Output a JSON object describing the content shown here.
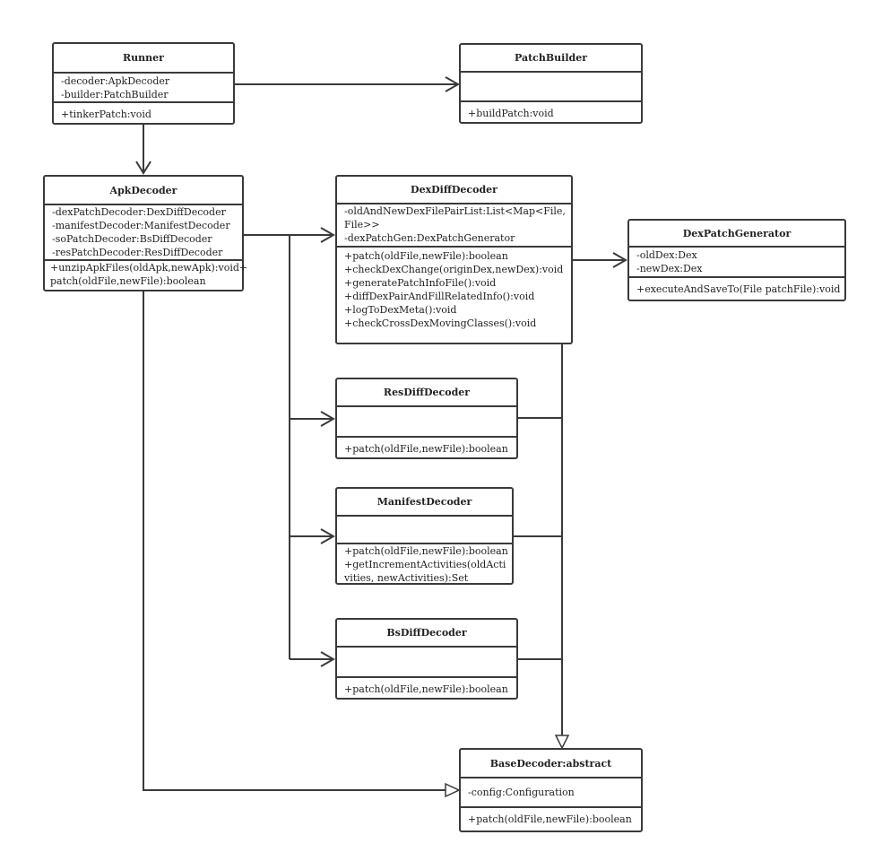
{
  "classes": {
    "runner": {
      "name": "Runner",
      "attributes": [
        "-decoder:ApkDecoder",
        "-builder:PatchBuilder"
      ],
      "methods": [
        "+tinkerPatch:void"
      ]
    },
    "patch_builder": {
      "name": "PatchBuilder",
      "attributes": [],
      "methods": [
        "+buildPatch:void"
      ]
    },
    "apk_decoder": {
      "name": "ApkDecoder",
      "attributes": [
        "-dexPatchDecoder:DexDiffDecoder",
        "-manifestDecoder:ManifestDecoder",
        "-soPatchDecoder:BsDiffDecoder",
        "-resPatchDecoder:ResDiffDecoder"
      ],
      "methods": [
        "+unzipApkFiles(oldApk,newApk):void+",
        "patch(oldFile,newFile):boolean"
      ]
    },
    "dex_diff_decoder": {
      "name": "DexDiffDecoder",
      "attributes": [
        "-oldAndNewDexFilePairList:List<Map<File, File>>",
        "-dexPatchGen:DexPatchGenerator"
      ],
      "methods": [
        "+patch(oldFile,newFile):boolean",
        "+checkDexChange(originDex,newDex):void",
        "+generatePatchInfoFile():void",
        "+diffDexPairAndFillRelatedInfo():void",
        "+logToDexMeta():void",
        "+checkCrossDexMovingClasses():void"
      ]
    },
    "dex_patch_generator": {
      "name": "DexPatchGenerator",
      "attributes": [
        "-oldDex:Dex",
        "-newDex:Dex"
      ],
      "methods": [
        "+executeAndSaveTo(File patchFile):void"
      ]
    },
    "res_diff_decoder": {
      "name": "ResDiffDecoder",
      "attributes": [],
      "methods": [
        "+patch(oldFile,newFile):boolean"
      ]
    },
    "manifest_decoder": {
      "name": "ManifestDecoder",
      "attributes": [],
      "methods": [
        "+patch(oldFile,newFile):boolean",
        "+getIncrementActivities(oldActivities, newActivities):Set"
      ]
    },
    "bs_diff_decoder": {
      "name": "BsDiffDecoder",
      "attributes": [],
      "methods": [
        "+patch(oldFile,newFile):boolean"
      ]
    },
    "base_decoder": {
      "name": "BaseDecoder:abstract",
      "attributes": [
        "-config:Configuration"
      ],
      "methods": [
        "+patch(oldFile,newFile):boolean"
      ]
    }
  },
  "relationships": [
    {
      "from": "Runner",
      "to": "PatchBuilder",
      "type": "association"
    },
    {
      "from": "Runner",
      "to": "ApkDecoder",
      "type": "association"
    },
    {
      "from": "ApkDecoder",
      "to": "DexDiffDecoder",
      "type": "association"
    },
    {
      "from": "ApkDecoder",
      "to": "ResDiffDecoder",
      "type": "association"
    },
    {
      "from": "ApkDecoder",
      "to": "ManifestDecoder",
      "type": "association"
    },
    {
      "from": "ApkDecoder",
      "to": "BsDiffDecoder",
      "type": "association"
    },
    {
      "from": "DexDiffDecoder",
      "to": "DexPatchGenerator",
      "type": "association"
    },
    {
      "from": "ApkDecoder",
      "to": "BaseDecoder:abstract",
      "type": "generalization"
    },
    {
      "from": "DexDiffDecoder",
      "to": "BaseDecoder:abstract",
      "type": "generalization"
    },
    {
      "from": "ResDiffDecoder",
      "to": "BaseDecoder:abstract",
      "type": "generalization"
    },
    {
      "from": "ManifestDecoder",
      "to": "BaseDecoder:abstract",
      "type": "generalization"
    },
    {
      "from": "BsDiffDecoder",
      "to": "BaseDecoder:abstract",
      "type": "generalization"
    }
  ]
}
